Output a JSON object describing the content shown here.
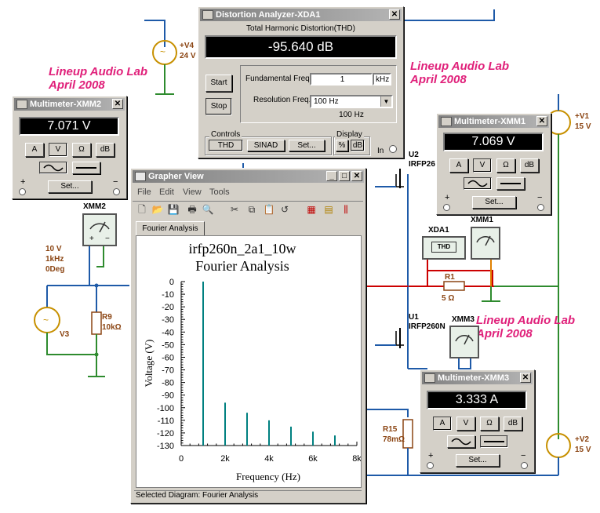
{
  "labels": {
    "lab1": {
      "line1": "Lineup Audio Lab",
      "line2": "April 2008"
    },
    "lab2": {
      "line1": "Lineup Audio Lab",
      "line2": "April 2008"
    },
    "lab3": {
      "line1": "Lineup Audio Lab",
      "line2": "April 2008"
    }
  },
  "components": {
    "v4": {
      "name": "+V4",
      "value": "24 V"
    },
    "v1": {
      "name": "+V1",
      "value": "15 V"
    },
    "v2": {
      "name": "+V2",
      "value": "15 V"
    },
    "v3": {
      "name": "V3",
      "params": [
        "10 V",
        "1kHz",
        "0Deg"
      ]
    },
    "r9": {
      "name": "R9",
      "value": "10kΩ"
    },
    "r1": {
      "name": "R1",
      "value": "5 Ω"
    },
    "r15": {
      "name": "R15",
      "value": "78mΩ"
    },
    "u2": {
      "name": "U2",
      "part": "IRFP26"
    },
    "u1": {
      "name": "U1",
      "part": "IRFP260N"
    },
    "xmm2": {
      "name": "XMM2"
    },
    "xmm1": {
      "name": "XMM1"
    },
    "xmm3": {
      "name": "XMM3"
    },
    "xda1": {
      "name": "XDA1",
      "display": "THD"
    }
  },
  "distortion_analyzer": {
    "title": "Distortion Analyzer-XDA1",
    "heading": "Total Harmonic Distortion(THD)",
    "reading": "-95.640 dB",
    "start_label": "Start",
    "stop_label": "Stop",
    "fund_freq_label": "Fundamental Freq.",
    "fund_freq_value": "1",
    "fund_freq_unit": "kHz",
    "res_freq_label": "Resolution Freq.",
    "res_freq_value": "100 Hz",
    "res_freq_readout": "100 Hz",
    "controls_label": "Controls",
    "display_label": "Display",
    "thd_label": "THD",
    "sinad_label": "SINAD",
    "set_label": "Set...",
    "pct_label": "%",
    "db_label": "dB",
    "in_label": "In"
  },
  "multimeter_xmm2": {
    "title": "Multimeter-XMM2",
    "reading": "7.071 V",
    "buttons": [
      "A",
      "V",
      "Ω",
      "dB"
    ],
    "set_label": "Set...",
    "plus": "+",
    "minus": "−"
  },
  "multimeter_xmm1": {
    "title": "Multimeter-XMM1",
    "reading": "7.069 V",
    "buttons": [
      "A",
      "V",
      "Ω",
      "dB"
    ],
    "set_label": "Set...",
    "plus": "+",
    "minus": "−"
  },
  "multimeter_xmm3": {
    "title": "Multimeter-XMM3",
    "reading": "3.333 A",
    "buttons": [
      "A",
      "V",
      "Ω",
      "dB"
    ],
    "set_label": "Set...",
    "plus": "+",
    "minus": "−"
  },
  "grapher": {
    "title": "Grapher View",
    "menu": [
      "File",
      "Edit",
      "View",
      "Tools"
    ],
    "tab": "Fourier Analysis",
    "status": "Selected Diagram:  Fourier Analysis"
  },
  "chart_data": {
    "type": "bar",
    "title": "irfp260n_2a1_10w",
    "subtitle": "Fourier Analysis",
    "xlabel": "Frequency (Hz)",
    "ylabel": "Voltage (V)",
    "x_ticks": [
      "0",
      "2k",
      "4k",
      "6k",
      "8k"
    ],
    "x_tick_values": [
      0,
      2000,
      4000,
      6000,
      8000
    ],
    "y_ticks": [
      "0",
      "-10",
      "-20",
      "-30",
      "-40",
      "-50",
      "-60",
      "-70",
      "-80",
      "-90",
      "-100",
      "-110",
      "-120",
      "-130"
    ],
    "y_tick_values": [
      0,
      -10,
      -20,
      -30,
      -40,
      -50,
      -60,
      -70,
      -80,
      -90,
      -100,
      -110,
      -120,
      -130
    ],
    "xlim": [
      0,
      8000
    ],
    "ylim": [
      -130,
      0
    ],
    "grid": false,
    "series": [
      {
        "x": [
          1000,
          2000,
          3000,
          4000,
          5000,
          6000,
          7000
        ],
        "values": [
          0,
          -96,
          -104,
          -110,
          -115,
          -119,
          -122
        ]
      }
    ],
    "colors": {
      "bar": "#008080"
    }
  }
}
